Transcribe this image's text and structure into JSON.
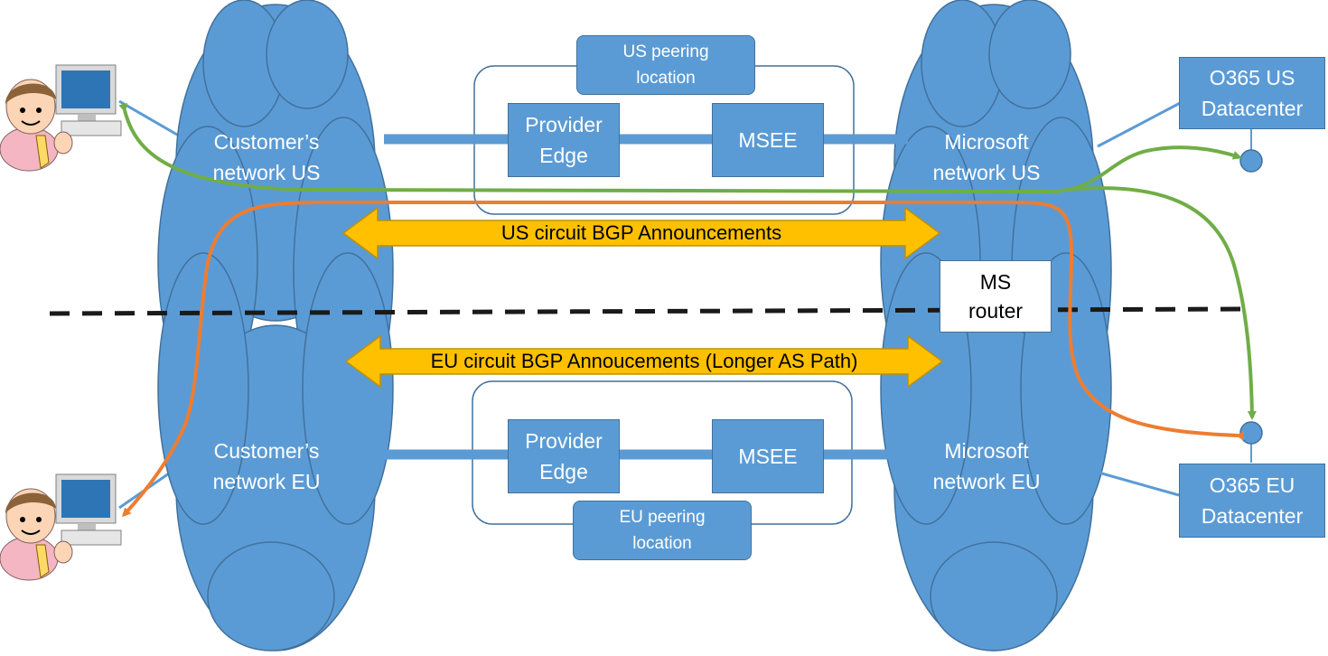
{
  "clouds": {
    "customer_us": "Customer’s\nnetwork US",
    "customer_eu": "Customer’s\nnetwork EU",
    "microsoft_us": "Microsoft\nnetwork US",
    "microsoft_eu": "Microsoft\nnetwork EU"
  },
  "peering": {
    "us_location": "US peering\nlocation",
    "eu_location": "EU peering\nlocation",
    "provider_edge": "Provider\nEdge",
    "msee": "MSEE"
  },
  "ms_router": "MS\nrouter",
  "datacenters": {
    "us": "O365 US\nDatacenter",
    "eu": "O365 EU\nDatacenter"
  },
  "announcements": {
    "us": "US circuit BGP Announcements",
    "eu": "EU circuit BGP Annoucements (Longer AS Path)"
  },
  "colors": {
    "cloud": "#5b9bd5",
    "cloud_border": "#41719c",
    "arrow_fill": "#ffc000",
    "arrow_border": "#bf9000",
    "green_path": "#70ad47",
    "orange_path": "#ed7d31",
    "divider": "#1a1a1a"
  },
  "icons": {
    "user_workstation": "user-at-computer-icon",
    "endpoint": "circle-node-icon"
  }
}
